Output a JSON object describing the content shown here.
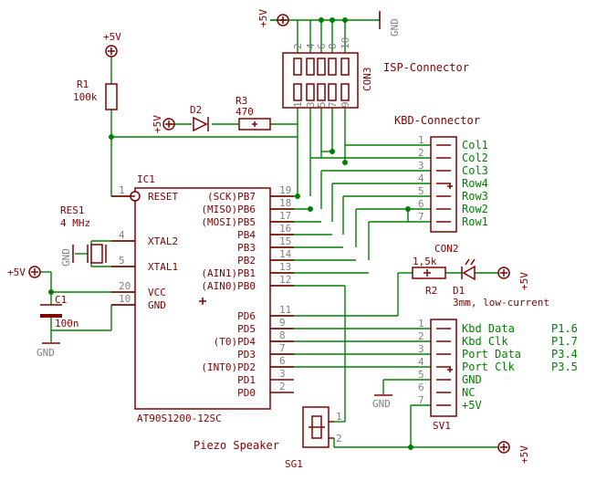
{
  "components": {
    "r1": {
      "name": "R1",
      "value": "100k"
    },
    "r2": {
      "name": "R2",
      "value": "1,5k"
    },
    "r3": {
      "name": "R3",
      "value": "470"
    },
    "d1": {
      "name": "D1",
      "note": "3mm, low-current"
    },
    "d2": {
      "name": "D2"
    },
    "res1": {
      "name": "RES1",
      "value": "4 MHz"
    },
    "c1": {
      "name": "C1",
      "value": "100n"
    },
    "sg1": {
      "name": "SG1",
      "caption": "Piezo Speaker"
    },
    "ic1": {
      "name": "IC1",
      "part": "AT90S1200-12SC"
    },
    "con2": {
      "name": "CON2",
      "caption": "KBD-Connector"
    },
    "con3": {
      "name": "CON3",
      "caption": "ISP-Connector"
    },
    "sv1": {
      "name": "SV1"
    }
  },
  "power": {
    "vcc": "+5V",
    "gnd": "GND"
  },
  "ic_left_pins": [
    {
      "num": "1",
      "name": "RESET"
    },
    {
      "num": "4",
      "name": "XTAL2"
    },
    {
      "num": "5",
      "name": "XTAL1"
    },
    {
      "num": "20",
      "name": "VCC"
    },
    {
      "num": "10",
      "name": "GND"
    }
  ],
  "ic_right_pins": [
    {
      "num": "19",
      "name": "(SCK)PB7"
    },
    {
      "num": "18",
      "name": "(MISO)PB6"
    },
    {
      "num": "17",
      "name": "(MOSI)PB5"
    },
    {
      "num": "16",
      "name": "PB4"
    },
    {
      "num": "15",
      "name": "PB3"
    },
    {
      "num": "14",
      "name": "PB2"
    },
    {
      "num": "13",
      "name": "(AIN1)PB1"
    },
    {
      "num": "12",
      "name": "(AIN0)PB0"
    },
    {
      "num": "11",
      "name": "PD6"
    },
    {
      "num": "9",
      "name": "PD5"
    },
    {
      "num": "8",
      "name": "(T0)PD4"
    },
    {
      "num": "7",
      "name": "PD3"
    },
    {
      "num": "6",
      "name": "(INT0)PD2"
    },
    {
      "num": "3",
      "name": "PD1"
    },
    {
      "num": "2",
      "name": "PD0"
    }
  ],
  "con2_pins": [
    {
      "num": "1",
      "signal": "Col1"
    },
    {
      "num": "2",
      "signal": "Col2"
    },
    {
      "num": "3",
      "signal": "Col3"
    },
    {
      "num": "4",
      "signal": "Row4"
    },
    {
      "num": "5",
      "signal": "Row3"
    },
    {
      "num": "6",
      "signal": "Row2"
    },
    {
      "num": "7",
      "signal": "Row1"
    }
  ],
  "con3_top_pins": [
    "2",
    "4",
    "6",
    "8",
    "10"
  ],
  "con3_bottom_pins": [
    "1",
    "3",
    "5",
    "7",
    "9"
  ],
  "sv1_pins": [
    {
      "num": "1",
      "signal": "Kbd Data",
      "port": "P1.6"
    },
    {
      "num": "2",
      "signal": "Kbd Clk",
      "port": "P1.7"
    },
    {
      "num": "3",
      "signal": "Port Data",
      "port": "P3.4"
    },
    {
      "num": "4",
      "signal": "Port Clk",
      "port": "P3.5"
    },
    {
      "num": "5",
      "signal": "GND",
      "port": ""
    },
    {
      "num": "6",
      "signal": "NC",
      "port": ""
    },
    {
      "num": "7",
      "signal": "+5V",
      "port": ""
    }
  ],
  "sg1_pins": [
    "1",
    "2"
  ],
  "colors": {
    "wire": "#008000",
    "part": "#800000",
    "text": "#800000",
    "pinnum": "#808080"
  }
}
